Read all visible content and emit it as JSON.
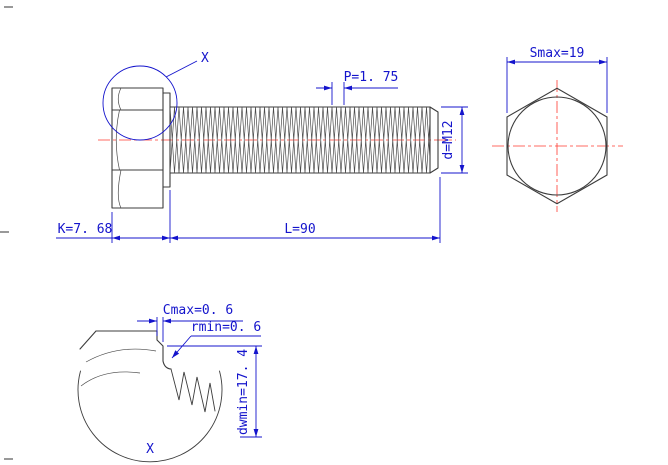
{
  "labels": {
    "detail_callout": "X",
    "pitch": "P=1. 75",
    "thread_spec": "d=M12",
    "head_height": "K=7. 68",
    "length": "L=90",
    "width_across_flats": "Smax=19",
    "washer_chamfer": "Cmax=0. 6",
    "fillet_radius": "rmin=0. 6",
    "washer_face_dia": "dwmin=17. 4",
    "detail_label": "X"
  },
  "colors": {
    "dimension": "#1414cc",
    "centerline": "#ff3b30",
    "outline": "#3c3c3c"
  }
}
